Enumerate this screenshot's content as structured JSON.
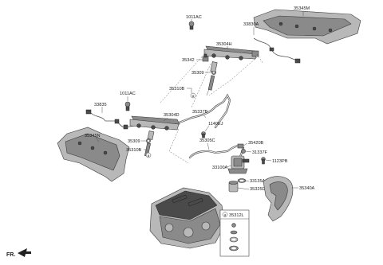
{
  "labels": {
    "p35345M": "35345M",
    "p33830A": "33830A",
    "p1011AC_top": "1011AC",
    "p35304H": "35304H",
    "p35342": "35342",
    "p35309_top": "35309",
    "p35310B_top": "35310B",
    "p33835": "33835",
    "p1011AC_left": "1011AC",
    "p35304D": "35304D",
    "p35337B": "35337B",
    "p1140EJ": "1140EJ",
    "p35345N": "35345N",
    "p35309_bot": "35309",
    "p35310B_bot": "35310B",
    "p35305C": "35305C",
    "p35420B": "35420B",
    "p31337F": "31337F",
    "p1123PB": "1123PB",
    "p33100A": "33100A",
    "p33135A": "33135A",
    "p35325D": "35325D",
    "p35340A": "35340A",
    "p35312L": "35312L",
    "fr": "FR."
  },
  "callouts": {
    "a_top": "a",
    "a_bot": "a",
    "a_box": "a"
  }
}
